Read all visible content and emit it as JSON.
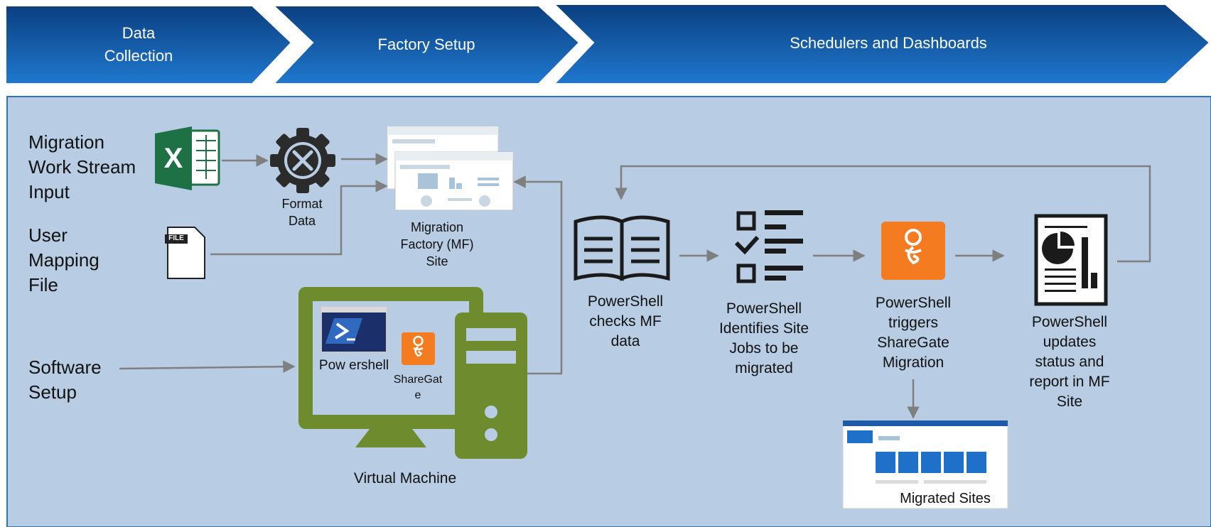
{
  "phases": [
    "Data\nCollection",
    "Factory Setup",
    "Schedulers and Dashboards"
  ],
  "inputs": {
    "migration_input": "Migration\nWork Stream\nInput",
    "user_mapping": "User\nMapping\nFile",
    "software_setup": "Software\nSetup"
  },
  "labels": {
    "format_data": "Format\nData",
    "mf_site": "Migration\nFactory (MF)\nSite",
    "powershell_app": "Pow ershell",
    "sharegate_app": "ShareGat\ne",
    "virtual_machine": "Virtual Machine",
    "file_tag": "FILE"
  },
  "steps": [
    "PowerShell\nchecks MF\ndata",
    "PowerShell\nIdentifies Site\nJobs to be\nmigrated",
    "PowerShell\ntriggers\nShareGate\nMigration",
    "PowerShell\nupdates\nstatus and\nreport in MF\nSite"
  ],
  "migrated_sites": "Migrated Sites",
  "colors": {
    "chevron_dark": "#0b3f80",
    "chevron_light": "#1f78cf",
    "panel": "#b8cce4",
    "excel": "#1e7145",
    "vm": "#6e8b2e",
    "sharegate": "#f47b20",
    "arrow": "#7f7f7f"
  }
}
